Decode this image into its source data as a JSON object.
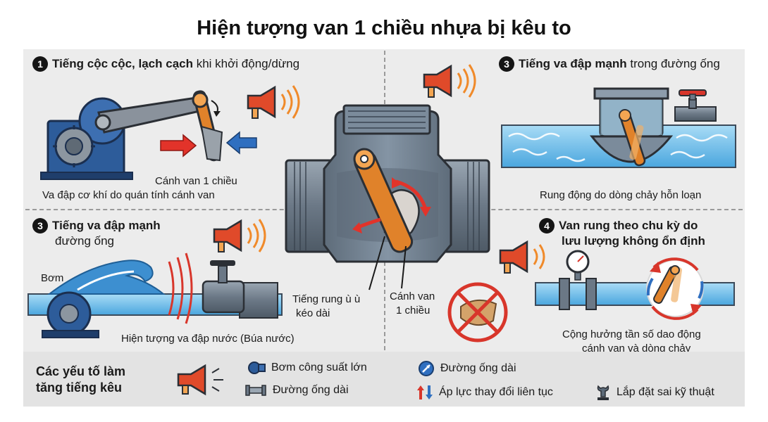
{
  "title": "Hiện tượng van 1 chiều nhựa bị kêu to",
  "panels": {
    "tl": {
      "number": "1",
      "heading_bold": "Tiếng cộc cộc, lạch cạch",
      "heading_rest": " khi khởi động/dừng",
      "label_flap": "Cánh van 1 chiều",
      "caption": "Va đập cơ khí do quán tính cánh van"
    },
    "tr": {
      "number": "3",
      "heading_bold": "Tiếng va đập mạnh",
      "heading_rest": " trong đường ống",
      "caption": "Rung động do dòng chảy hỗn loạn"
    },
    "bl": {
      "number": "3",
      "heading_bold": "Tiếng va đập mạnh",
      "heading_line2": "đường ống",
      "label_pump": "Bơm",
      "caption": "Hiện tượng va đập nước (Búa nước)"
    },
    "br": {
      "number": "4",
      "heading_line1": "Van rung theo chu kỳ do",
      "heading_line2": "lưu lượng không ổn định",
      "caption_line1": "Cộng hưởng tần số dao động",
      "caption_line2": "cánh van và dòng chảy"
    }
  },
  "center": {
    "label_vibration_1": "Tiếng rung ù ù",
    "label_vibration_2": "kéo dài",
    "label_flap_1": "Cánh van",
    "label_flap_2": "1 chiều"
  },
  "bottom": {
    "title_line1": "Các yếu tố làm",
    "title_line2": "tăng tiếng kêu",
    "factors": [
      {
        "icon": "pump-icon",
        "label": "Bơm công suất lớn"
      },
      {
        "icon": "pipe-length-icon",
        "label": "Đường ống dài"
      },
      {
        "icon": "pipe-icon",
        "label": "Đường ống dài"
      },
      {
        "icon": "pressure-arrows-icon",
        "label": "Áp lực thay đổi liên tục"
      },
      {
        "icon": "wrench-icon",
        "label": "Lắp đặt sai kỹ thuật"
      }
    ]
  },
  "colors": {
    "panel": "#ececec",
    "valve_body": "#6f7f8f",
    "flap": "#e0822a",
    "water": "#5eb6e6",
    "arrow_red": "#e2332a",
    "arrow_blue": "#2f6fc0",
    "megaphone": "#e04a2a",
    "warning_red": "#d8362b"
  }
}
